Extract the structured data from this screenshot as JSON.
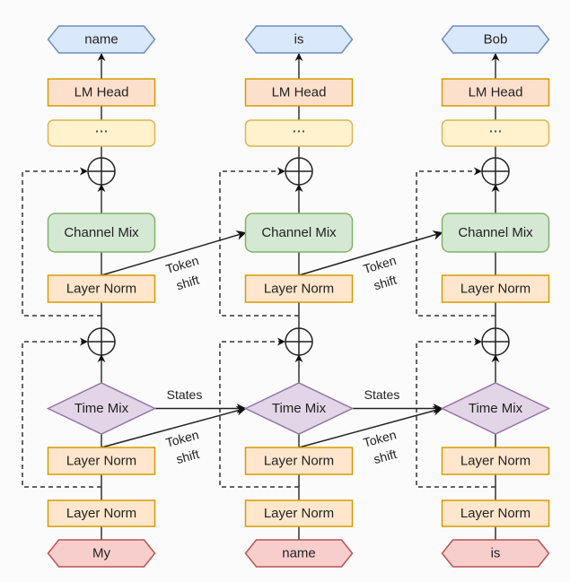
{
  "diagram": {
    "columns": [
      {
        "output": "name",
        "input": "My"
      },
      {
        "output": "is",
        "input": "name"
      },
      {
        "output": "Bob",
        "input": "is"
      }
    ],
    "blocks": {
      "lm_head": "LM Head",
      "ellipsis": "⋯",
      "channel_mix": "Channel Mix",
      "layer_norm": "Layer Norm",
      "time_mix": "Time Mix"
    },
    "edge_labels": {
      "states": "States",
      "token": "Token",
      "shift": "shift"
    },
    "colors": {
      "output_fill": "#dae8fc",
      "output_stroke": "#6c8ebf",
      "input_fill": "#f8cecc",
      "input_stroke": "#b85450",
      "lmhead_fill": "#fde0cc",
      "lmhead_stroke": "#d79b00",
      "ellipsis_fill": "#fff2cc",
      "ellipsis_stroke": "#d6b656",
      "channel_fill": "#d5e8d4",
      "channel_stroke": "#82b366",
      "norm_fill": "#ffe6cc",
      "norm_stroke": "#d79b00",
      "timemix_fill": "#e1d5e7",
      "timemix_stroke": "#9673a6"
    }
  }
}
